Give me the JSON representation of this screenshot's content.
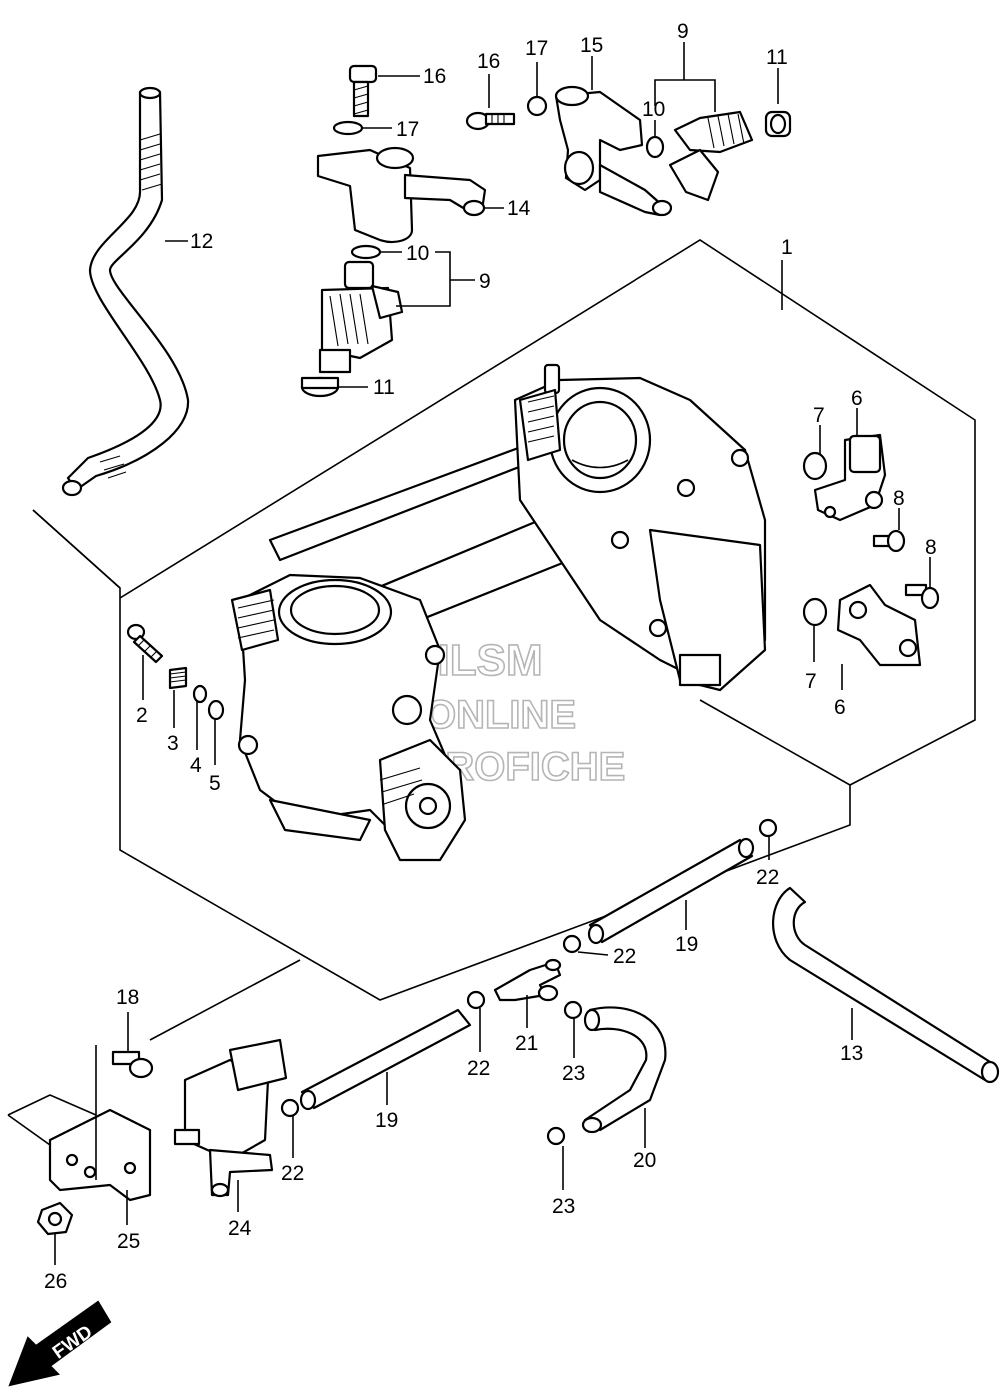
{
  "watermark": {
    "line1": "HLSM",
    "line2": "ONLINE",
    "line3": "MICROFICHE"
  },
  "fwd_label": "FWD",
  "callouts": {
    "c1": "1",
    "c2": "2",
    "c3": "3",
    "c4": "4",
    "c5": "5",
    "c6a": "6",
    "c6b": "6",
    "c7a": "7",
    "c7b": "7",
    "c8a": "8",
    "c8b": "8",
    "c9a": "9",
    "c9b": "9",
    "c10a": "10",
    "c10b": "10",
    "c11a": "11",
    "c11b": "11",
    "c12": "12",
    "c13": "13",
    "c14": "14",
    "c15": "15",
    "c16a": "16",
    "c16b": "16",
    "c17a": "17",
    "c17b": "17",
    "c18": "18",
    "c19a": "19",
    "c19b": "19",
    "c20": "20",
    "c21": "21",
    "c22a": "22",
    "c22b": "22",
    "c22c": "22",
    "c22d": "22",
    "c23a": "23",
    "c23b": "23",
    "c24": "24",
    "c25": "25",
    "c26": "26"
  }
}
